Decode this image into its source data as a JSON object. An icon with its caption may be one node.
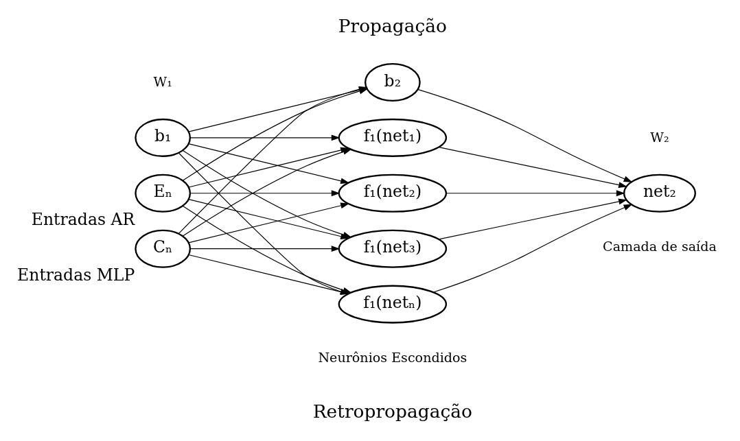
{
  "diagram": {
    "nodes": [
      {
        "text": [
          "b₁"
        ]
      },
      {
        "text": [
          "Eₙ"
        ],
        "beside": [
          "Entradas AR"
        ]
      },
      {
        "text": [
          "Cₙ"
        ],
        "beside": [
          "Entradas MLP"
        ]
      },
      {
        "text": [
          "b₂"
        ]
      },
      {
        "text": [
          "f₁(net₁)"
        ]
      },
      {
        "text": [
          "f₁(net₂)"
        ]
      },
      {
        "text": [
          "f₁(net₃)"
        ]
      },
      {
        "text": [
          "f₁(netₙ)"
        ]
      },
      {
        "text": [
          "net₂"
        ]
      }
    ],
    "edges": [
      {
        "from": 0,
        "to": 3,
        "arrow": "to"
      },
      {
        "from": 0,
        "to": 4,
        "arrow": "to"
      },
      {
        "from": 0,
        "to": 5,
        "arrow": "to"
      },
      {
        "from": 0,
        "to": 6,
        "arrow": "to"
      },
      {
        "from": 0,
        "to": 7,
        "arrow": "to"
      },
      {
        "from": 1,
        "to": 3,
        "arrow": "to"
      },
      {
        "from": 1,
        "to": 4,
        "arrow": "to"
      },
      {
        "from": 1,
        "to": 5,
        "arrow": "to"
      },
      {
        "from": 1,
        "to": 6,
        "arrow": "to"
      },
      {
        "from": 1,
        "to": 7,
        "arrow": "to"
      },
      {
        "from": 2,
        "to": 3,
        "arrow": "to"
      },
      {
        "from": 2,
        "to": 4,
        "arrow": "to"
      },
      {
        "from": 2,
        "to": 5,
        "arrow": "to"
      },
      {
        "from": 2,
        "to": 6,
        "arrow": "to"
      },
      {
        "from": 2,
        "to": 7,
        "arrow": "to"
      },
      {
        "from": 3,
        "to": 8,
        "arrow": "to"
      },
      {
        "from": 4,
        "to": 8,
        "arrow": "to"
      },
      {
        "from": 5,
        "to": 8,
        "arrow": "to"
      },
      {
        "from": 6,
        "to": 8,
        "arrow": "to"
      },
      {
        "from": 7,
        "to": 8,
        "arrow": "to"
      }
    ],
    "labels": [
      "Propagação",
      "W₁",
      "W₂",
      "Neurônios Escondidos",
      "Camada de saída",
      "Retropropagação"
    ]
  }
}
